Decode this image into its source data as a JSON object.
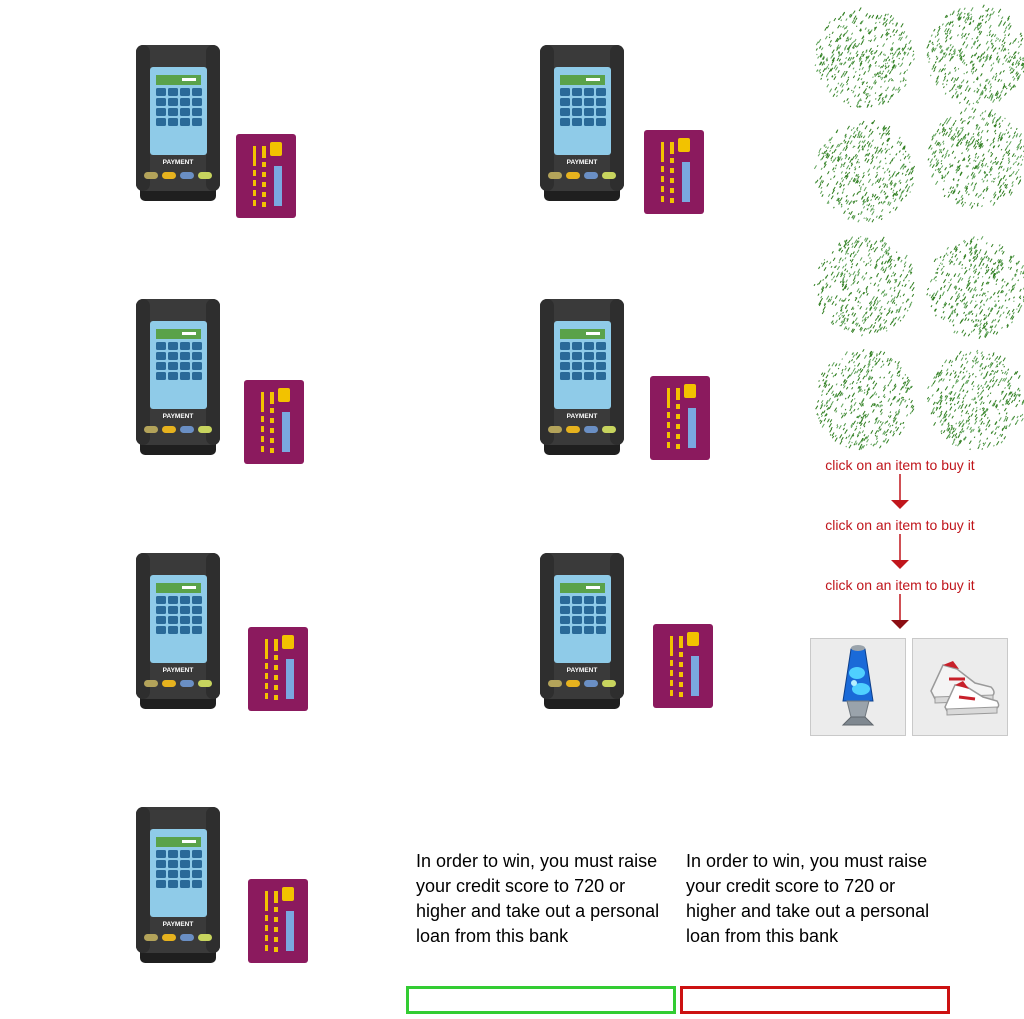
{
  "colors": {
    "terminal_body": "#3a3a3a",
    "terminal_screen": "#8fcbe8",
    "card": "#8b1a5e",
    "hint_text": "#c0161c",
    "tree_green": "#2e7d1e",
    "win_bar_border": "#33cc33",
    "lose_bar_border": "#cc1111"
  },
  "terminals": {
    "payment_label": "PAYMENT",
    "icon": "payment-terminal-icon"
  },
  "cards": {
    "icon": "credit-card-icon"
  },
  "trees": {
    "icon": "tree-icon",
    "count": 8
  },
  "shop": {
    "hints": [
      "click on an item to buy it",
      "click on an item to buy it",
      "click on an item to buy it"
    ],
    "items": [
      {
        "icon": "lava-lamp-icon"
      },
      {
        "icon": "sneakers-icon"
      }
    ]
  },
  "goals": {
    "left": "In order to win, you must raise your credit score to 720 or higher and take out a personal loan from this bank",
    "right": "In order to win, you must raise your credit score to 720 or higher and take out a personal loan from this bank"
  },
  "progress": {
    "win": 0,
    "lose": 0
  }
}
